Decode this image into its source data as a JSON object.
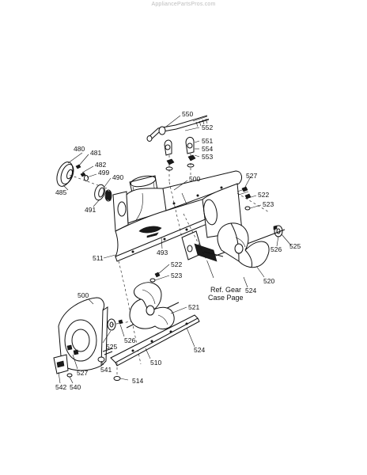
{
  "watermark": "AppliancePartsPros.com",
  "note": {
    "line1": "Ref. Gear",
    "line2": "Case Page"
  },
  "callouts": [
    {
      "id": "c550",
      "text": "550"
    },
    {
      "id": "c552",
      "text": "552"
    },
    {
      "id": "c551",
      "text": "551"
    },
    {
      "id": "c554",
      "text": "554"
    },
    {
      "id": "c553",
      "text": "553"
    },
    {
      "id": "c480",
      "text": "480"
    },
    {
      "id": "c481",
      "text": "481"
    },
    {
      "id": "c482",
      "text": "482"
    },
    {
      "id": "c499",
      "text": "499"
    },
    {
      "id": "c490",
      "text": "490"
    },
    {
      "id": "c485",
      "text": "485"
    },
    {
      "id": "c491",
      "text": "491"
    },
    {
      "id": "c500a",
      "text": "500"
    },
    {
      "id": "c527a",
      "text": "527"
    },
    {
      "id": "c522a",
      "text": "522"
    },
    {
      "id": "c523a",
      "text": "523"
    },
    {
      "id": "c526a",
      "text": "526"
    },
    {
      "id": "c525a",
      "text": "525"
    },
    {
      "id": "c511",
      "text": "511"
    },
    {
      "id": "c493",
      "text": "493"
    },
    {
      "id": "c520",
      "text": "520"
    },
    {
      "id": "c524a",
      "text": "524"
    },
    {
      "id": "c522b",
      "text": "522"
    },
    {
      "id": "c523b",
      "text": "523"
    },
    {
      "id": "c521",
      "text": "521"
    },
    {
      "id": "c500b",
      "text": "500"
    },
    {
      "id": "c525b",
      "text": "525"
    },
    {
      "id": "c526b",
      "text": "526"
    },
    {
      "id": "c524b",
      "text": "524"
    },
    {
      "id": "c527b",
      "text": "527"
    },
    {
      "id": "c541",
      "text": "541"
    },
    {
      "id": "c510",
      "text": "510"
    },
    {
      "id": "c542",
      "text": "542"
    },
    {
      "id": "c540",
      "text": "540"
    },
    {
      "id": "c514",
      "text": "514"
    }
  ]
}
